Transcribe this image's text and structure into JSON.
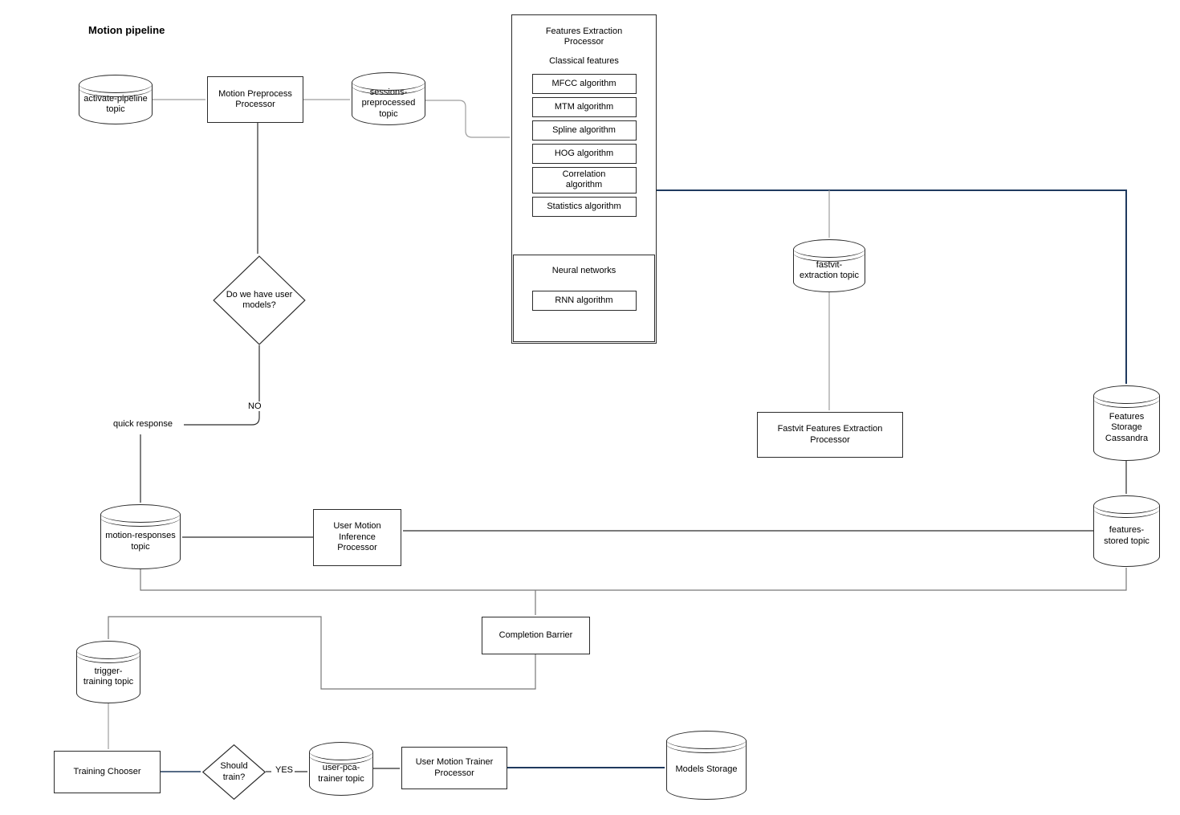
{
  "title": "Motion pipeline",
  "nodes": {
    "activate_pipeline": {
      "label": "activate-pipeline topic"
    },
    "motion_preprocess": {
      "label": "Motion Preprocess Processor"
    },
    "sessions_preprocessed": {
      "label": "sessions-preprocessed topic"
    },
    "user_models_decision": {
      "label": "Do we have user models?"
    },
    "fastvit_topic": {
      "label": "fastvit-extraction topic"
    },
    "fastvit_processor": {
      "label": "Fastvit Features Extraction Processor"
    },
    "features_storage": {
      "label": "Features Storage Cassandra"
    },
    "features_stored": {
      "label": "features-stored topic"
    },
    "motion_responses": {
      "label": "motion-responses topic"
    },
    "inference_processor": {
      "label": "User Motion Inference Processor"
    },
    "completion_barrier": {
      "label": "Completion Barrier"
    },
    "trigger_training": {
      "label": "trigger-training topic"
    },
    "training_chooser": {
      "label": "Training Chooser"
    },
    "should_train": {
      "label": "Should train?"
    },
    "user_pca_trainer": {
      "label": "user-pca-trainer topic"
    },
    "trainer_processor": {
      "label": "User Motion Trainer Processor"
    },
    "models_storage": {
      "label": "Models Storage"
    }
  },
  "features_processor": {
    "title": "Features Extraction Processor",
    "classical_title": "Classical features",
    "classical_algorithms": [
      "MFCC algorithm",
      "MTM algorithm",
      "Spline algorithm",
      "HOG algorithm",
      "Correlation\nalgorithm",
      "Statistics algorithm"
    ],
    "neural_title": "Neural networks",
    "neural_algorithms": [
      "RNN algorithm"
    ]
  },
  "edge_labels": {
    "no": "NO",
    "quick_response": "quick response",
    "yes": "YES"
  },
  "colors": {
    "stroke": "#2b2b2b",
    "gray_edge": "#9e9e9e",
    "mid_edge": "#787878",
    "navy_edge": "#1f3a5f",
    "background": "#ffffff"
  }
}
